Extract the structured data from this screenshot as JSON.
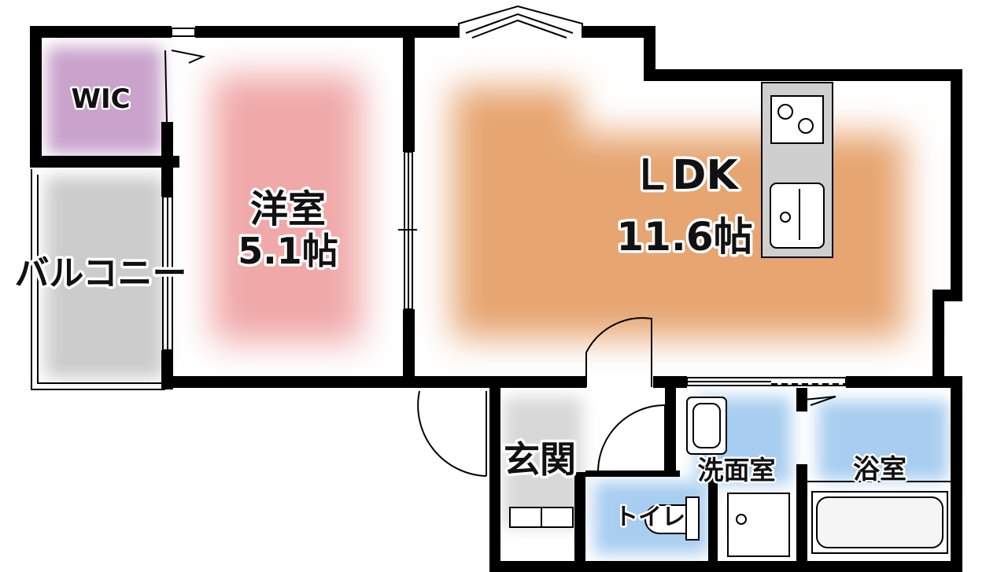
{
  "rooms": {
    "wic": {
      "label": "WIC"
    },
    "western": {
      "label": "洋室",
      "area": "5.1帖"
    },
    "ldk": {
      "label": "ＬDK",
      "area": "11.6帖"
    },
    "balcony": {
      "label": "バルコニー"
    },
    "entrance": {
      "label": "玄関"
    },
    "washroom": {
      "label": "洗面室"
    },
    "bathroom": {
      "label": "浴室"
    },
    "toilet": {
      "label": "トイレ"
    }
  },
  "colors": {
    "western_fill": "#f0a8a8",
    "ldk_fill": "#e6a571",
    "wic_fill": "#c9a3cc",
    "balcony_fill": "#cccccc",
    "water_fill": "#a8cdf0",
    "entrance_fill": "#d8d8d8",
    "wall": "#000000",
    "kitchen": "#cfcfcf"
  }
}
